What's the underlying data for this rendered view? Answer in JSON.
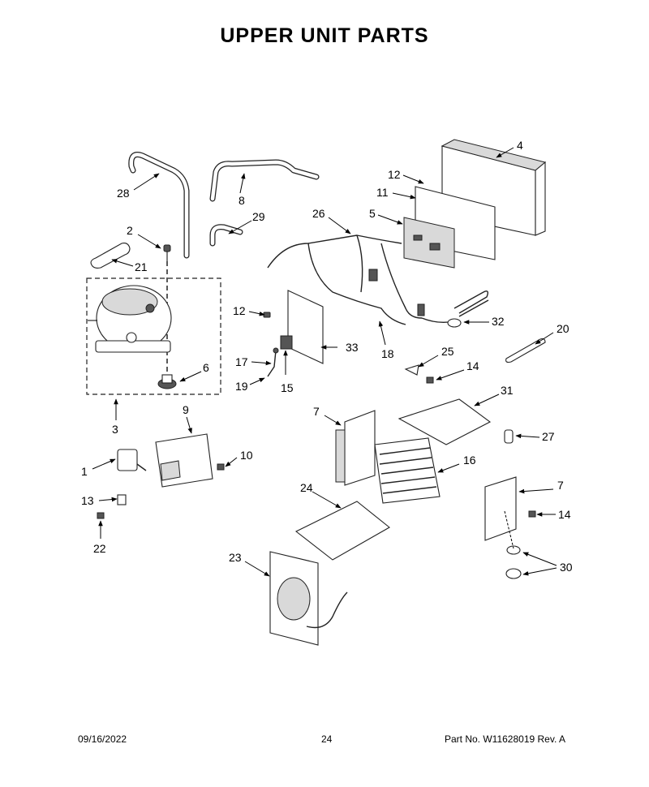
{
  "page": {
    "title": "UPPER UNIT PARTS",
    "footer": {
      "date": "09/16/2022",
      "page_number": "24",
      "part_number": "Part No.  W11628019  Rev.  A"
    }
  },
  "callouts": [
    "1",
    "2",
    "3",
    "4",
    "5",
    "6",
    "7",
    "7",
    "8",
    "9",
    "10",
    "11",
    "12",
    "12",
    "13",
    "14",
    "14",
    "15",
    "16",
    "17",
    "18",
    "19",
    "20",
    "21",
    "22",
    "23",
    "24",
    "25",
    "26",
    "27",
    "28",
    "29",
    "30",
    "31",
    "32",
    "33"
  ]
}
